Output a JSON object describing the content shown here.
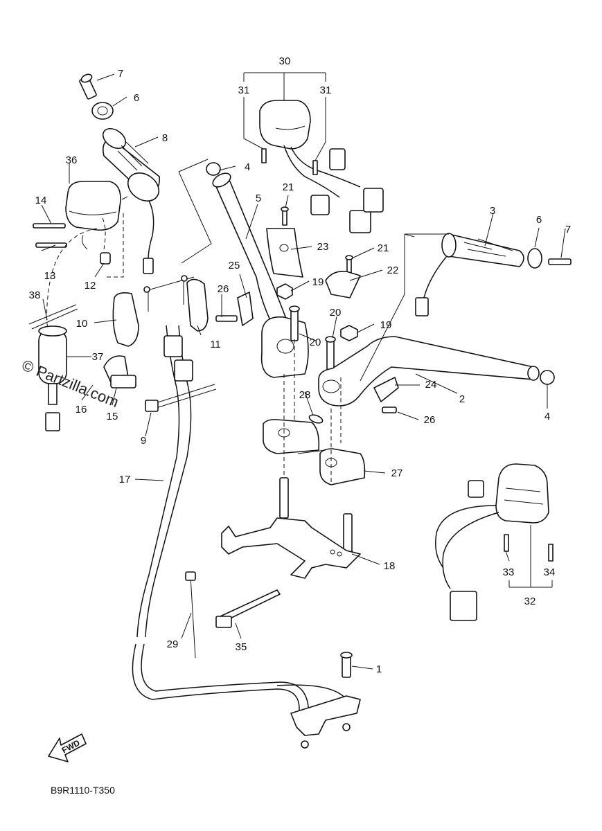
{
  "diagram": {
    "watermark": "© Partzilla.com",
    "diagram_code": "B9R1110-T350",
    "fwd_label": "FWD",
    "callouts": [
      "1",
      "2",
      "3",
      "4",
      "5",
      "6",
      "7",
      "8",
      "9",
      "10",
      "11",
      "12",
      "13",
      "14",
      "15",
      "16",
      "17",
      "18",
      "19",
      "20",
      "21",
      "22",
      "23",
      "24",
      "25",
      "26",
      "27",
      "28",
      "29",
      "30",
      "31",
      "32",
      "33",
      "34",
      "35",
      "36",
      "37",
      "38"
    ]
  }
}
